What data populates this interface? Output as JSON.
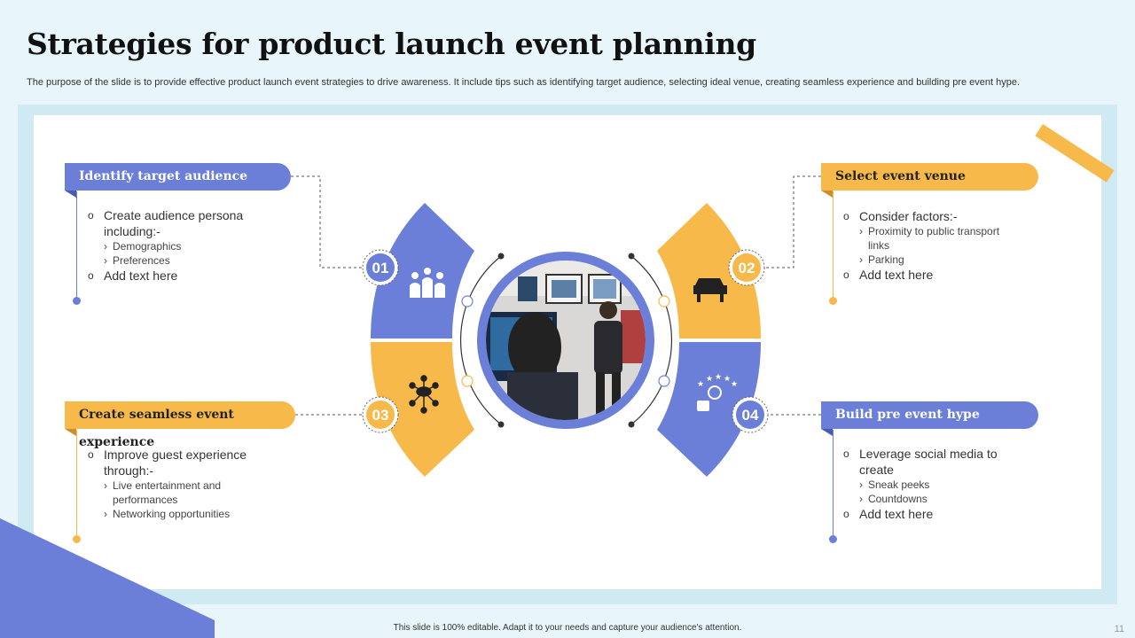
{
  "title": "Strategies for product launch event planning",
  "description": "The purpose of the slide is to provide effective product launch event strategies to drive awareness. It include tips such as identifying target audience, selecting ideal venue, creating seamless experience and building pre event hype.",
  "footer": "This slide is 100% editable.  Adapt it to your needs and capture your audience's attention.",
  "page_number": "11",
  "colors": {
    "blue": "#6c7fd8",
    "gold": "#f6b94a",
    "frame": "#cfeaf2",
    "background": "#e8f5fa"
  },
  "center_image": "photo-presenter-in-gallery",
  "steps": [
    {
      "number": "01",
      "heading": "Identify target audience",
      "icon": "audience-group-icon",
      "items": [
        {
          "text": "Create audience persona including:-",
          "subs": [
            "Demographics",
            "Preferences"
          ]
        },
        {
          "text": "Add text here",
          "subs": []
        }
      ]
    },
    {
      "number": "02",
      "heading": "Select event venue",
      "icon": "venue-table-icon",
      "items": [
        {
          "text": "Consider factors:-",
          "subs": [
            "Proximity to public transport links",
            "Parking"
          ]
        },
        {
          "text": "Add text here",
          "subs": []
        }
      ]
    },
    {
      "number": "03",
      "heading": "Create seamless event experience",
      "icon": "network-hub-icon",
      "items": [
        {
          "text": "Improve guest experience through:-",
          "subs": [
            "Live entertainment and performances",
            "Networking opportunities"
          ]
        }
      ]
    },
    {
      "number": "04",
      "heading": "Build pre event hype",
      "icon": "rating-thumbs-up-icon",
      "items": [
        {
          "text": "Leverage social media to create",
          "subs": [
            "Sneak peeks",
            "Countdowns"
          ]
        },
        {
          "text": "Add text here",
          "subs": []
        }
      ]
    }
  ]
}
